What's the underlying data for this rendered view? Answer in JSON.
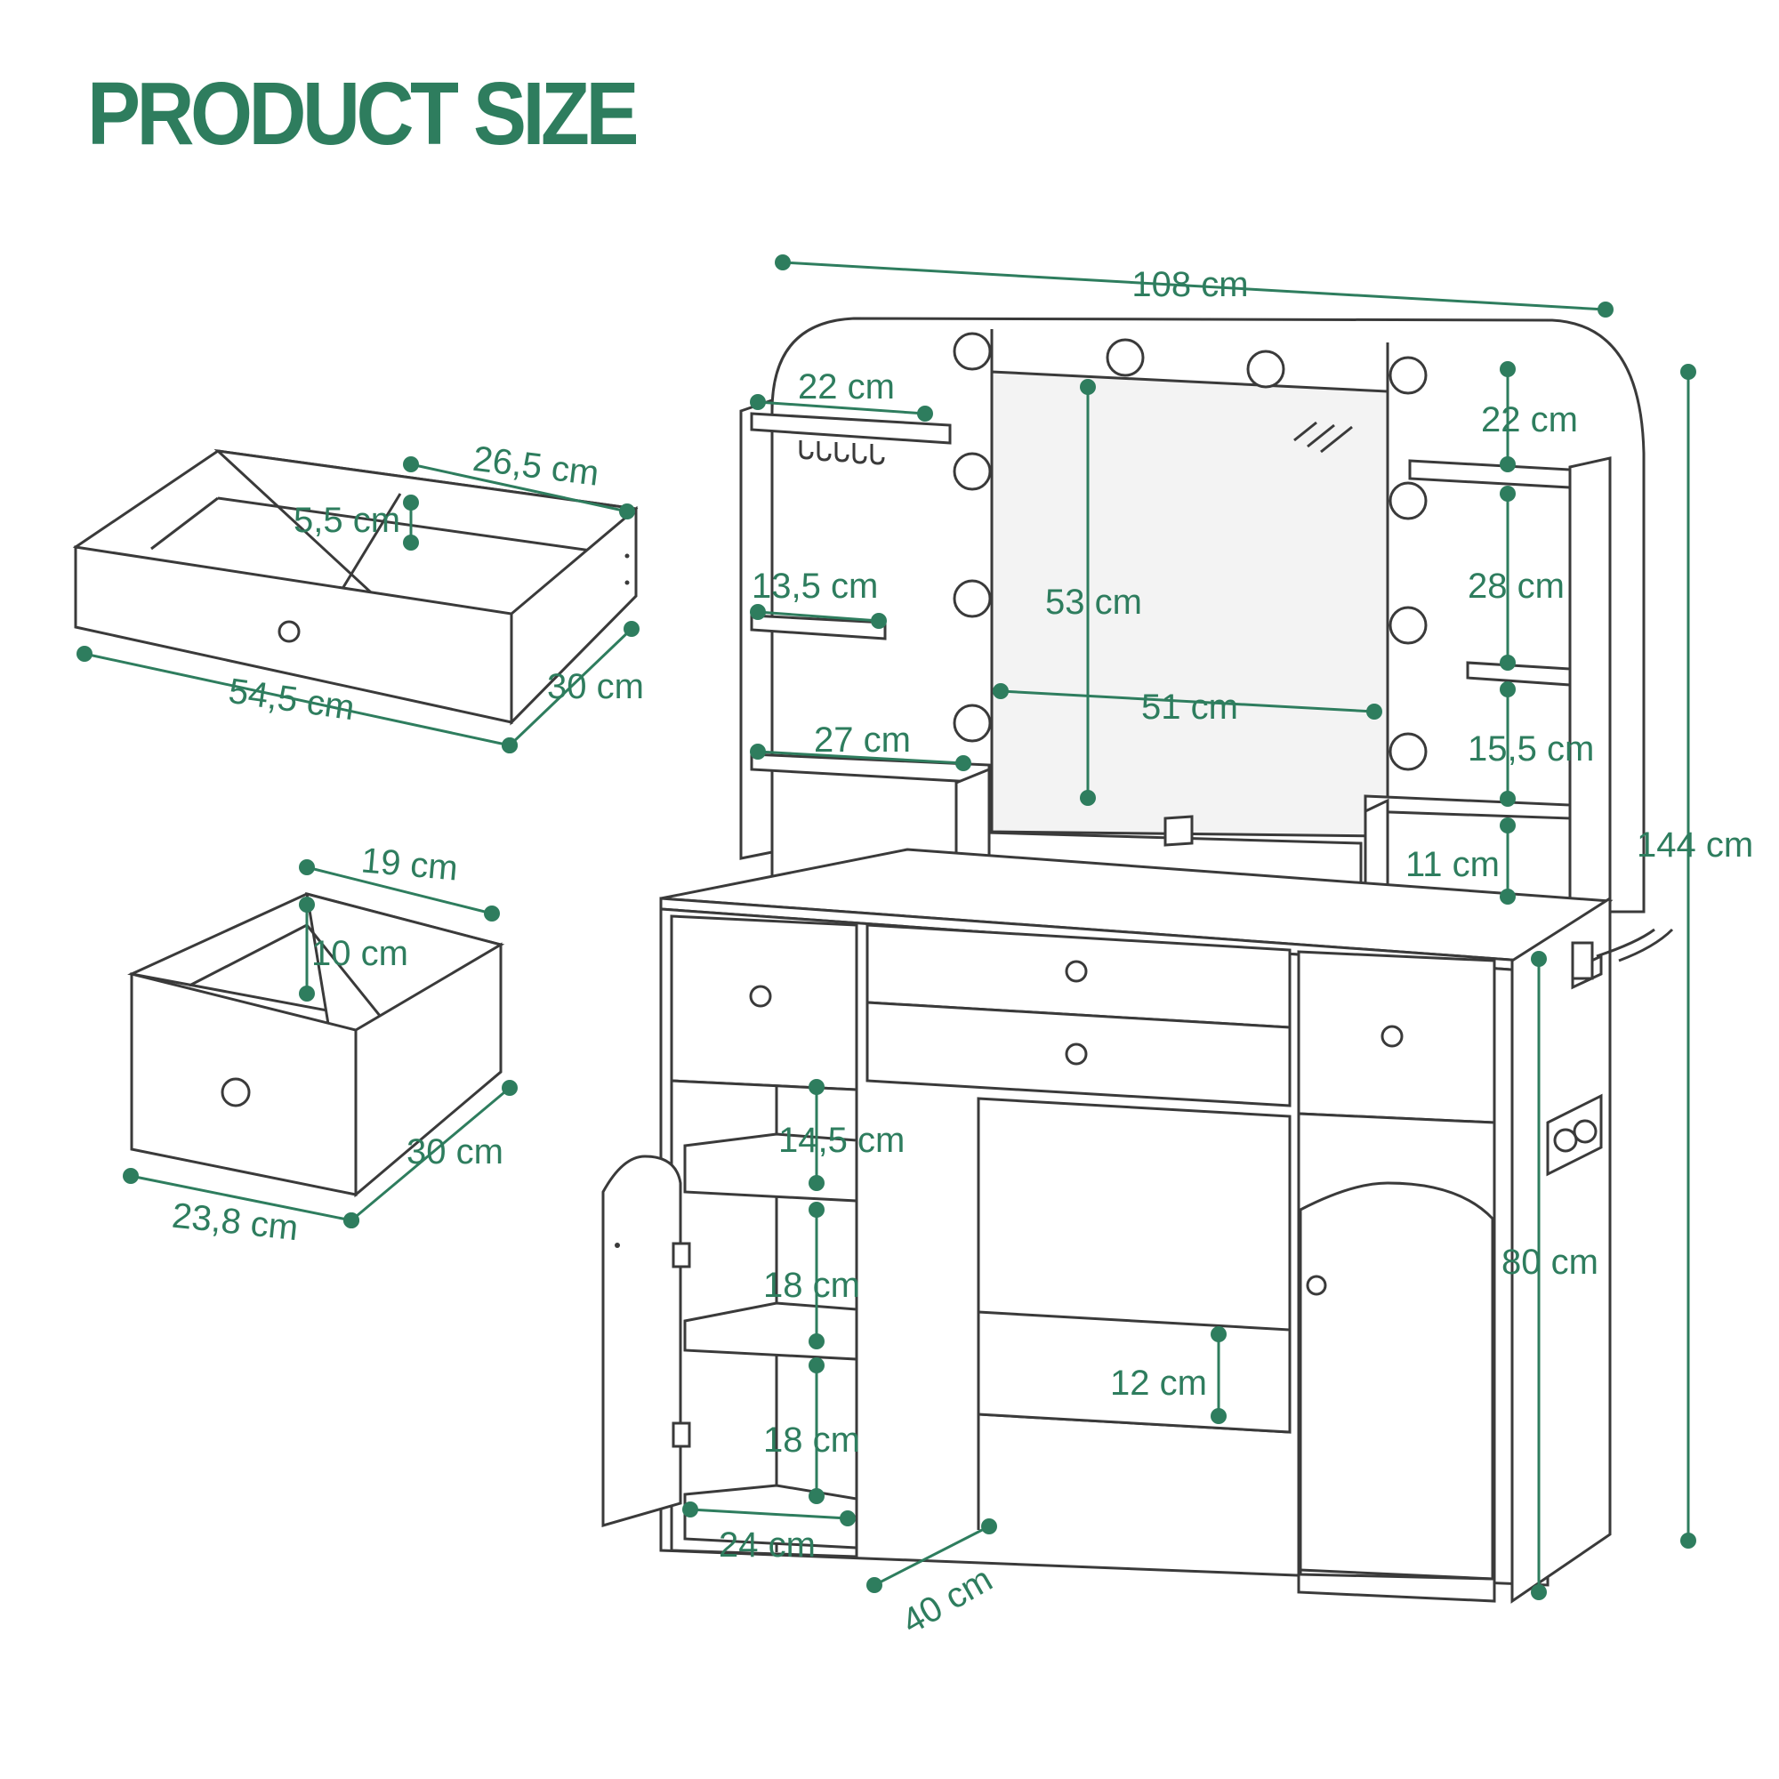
{
  "title": "PRODUCT SIZE",
  "colors": {
    "accent": "#2e7d5e",
    "outline": "#3a3a3a",
    "mirror": "#f3f3f3"
  },
  "dimensions": {
    "vanity_width": "108 cm",
    "vanity_height": "144 cm",
    "desk_height": "80 cm",
    "vanity_depth": "40 cm",
    "mirror_height": "53 cm",
    "mirror_width": "51 cm",
    "left_top_shelf": "22 cm",
    "left_mid_shelf": "13,5 cm",
    "left_low_shelf": "27 cm",
    "right_top_gap": "22 cm",
    "right_mid_gap": "28 cm",
    "right_low_gap": "15,5 cm",
    "right_base_gap": "11 cm",
    "cabinet_gap_top": "14,5 cm",
    "cabinet_gap_mid": "18 cm",
    "cabinet_gap_low": "18 cm",
    "cabinet_width": "24 cm",
    "footrest_height": "12 cm",
    "large_drawer_width": "54,5 cm",
    "large_drawer_depth": "26,5 cm",
    "large_drawer_length": "30 cm",
    "large_drawer_height": "5,5 cm",
    "small_drawer_width": "23,8 cm",
    "small_drawer_depth": "19 cm",
    "small_drawer_length": "30 cm",
    "small_drawer_height": "10 cm"
  }
}
